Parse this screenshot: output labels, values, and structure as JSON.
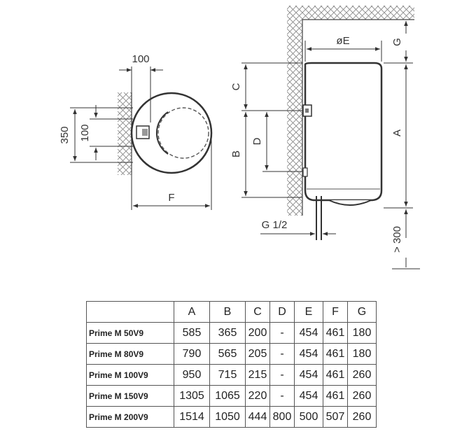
{
  "front_view": {
    "label_top_width": "100",
    "label_height_total": "350",
    "label_height_inner": "100",
    "label_diameter_f": "F"
  },
  "side_view": {
    "label_diameter_e": "øE",
    "label_g": "G",
    "label_c": "C",
    "label_d": "D",
    "label_b": "B",
    "label_a": "A",
    "label_pipe": "G 1/2",
    "label_clearance": "> 300"
  },
  "table": {
    "headers": [
      "A",
      "B",
      "C",
      "D",
      "E",
      "F",
      "G"
    ],
    "rows": [
      {
        "model": "Prime M 50V9",
        "values": [
          "585",
          "365",
          "200",
          "-",
          "454",
          "461",
          "180"
        ]
      },
      {
        "model": "Prime M 80V9",
        "values": [
          "790",
          "565",
          "205",
          "-",
          "454",
          "461",
          "180"
        ]
      },
      {
        "model": "Prime M 100V9",
        "values": [
          "950",
          "715",
          "215",
          "-",
          "454",
          "461",
          "260"
        ]
      },
      {
        "model": "Prime M 150V9",
        "values": [
          "1305",
          "1065",
          "220",
          "-",
          "454",
          "461",
          "260"
        ]
      },
      {
        "model": "Prime M 200V9",
        "values": [
          "1514",
          "1050",
          "444",
          "800",
          "500",
          "507",
          "260"
        ]
      }
    ]
  }
}
